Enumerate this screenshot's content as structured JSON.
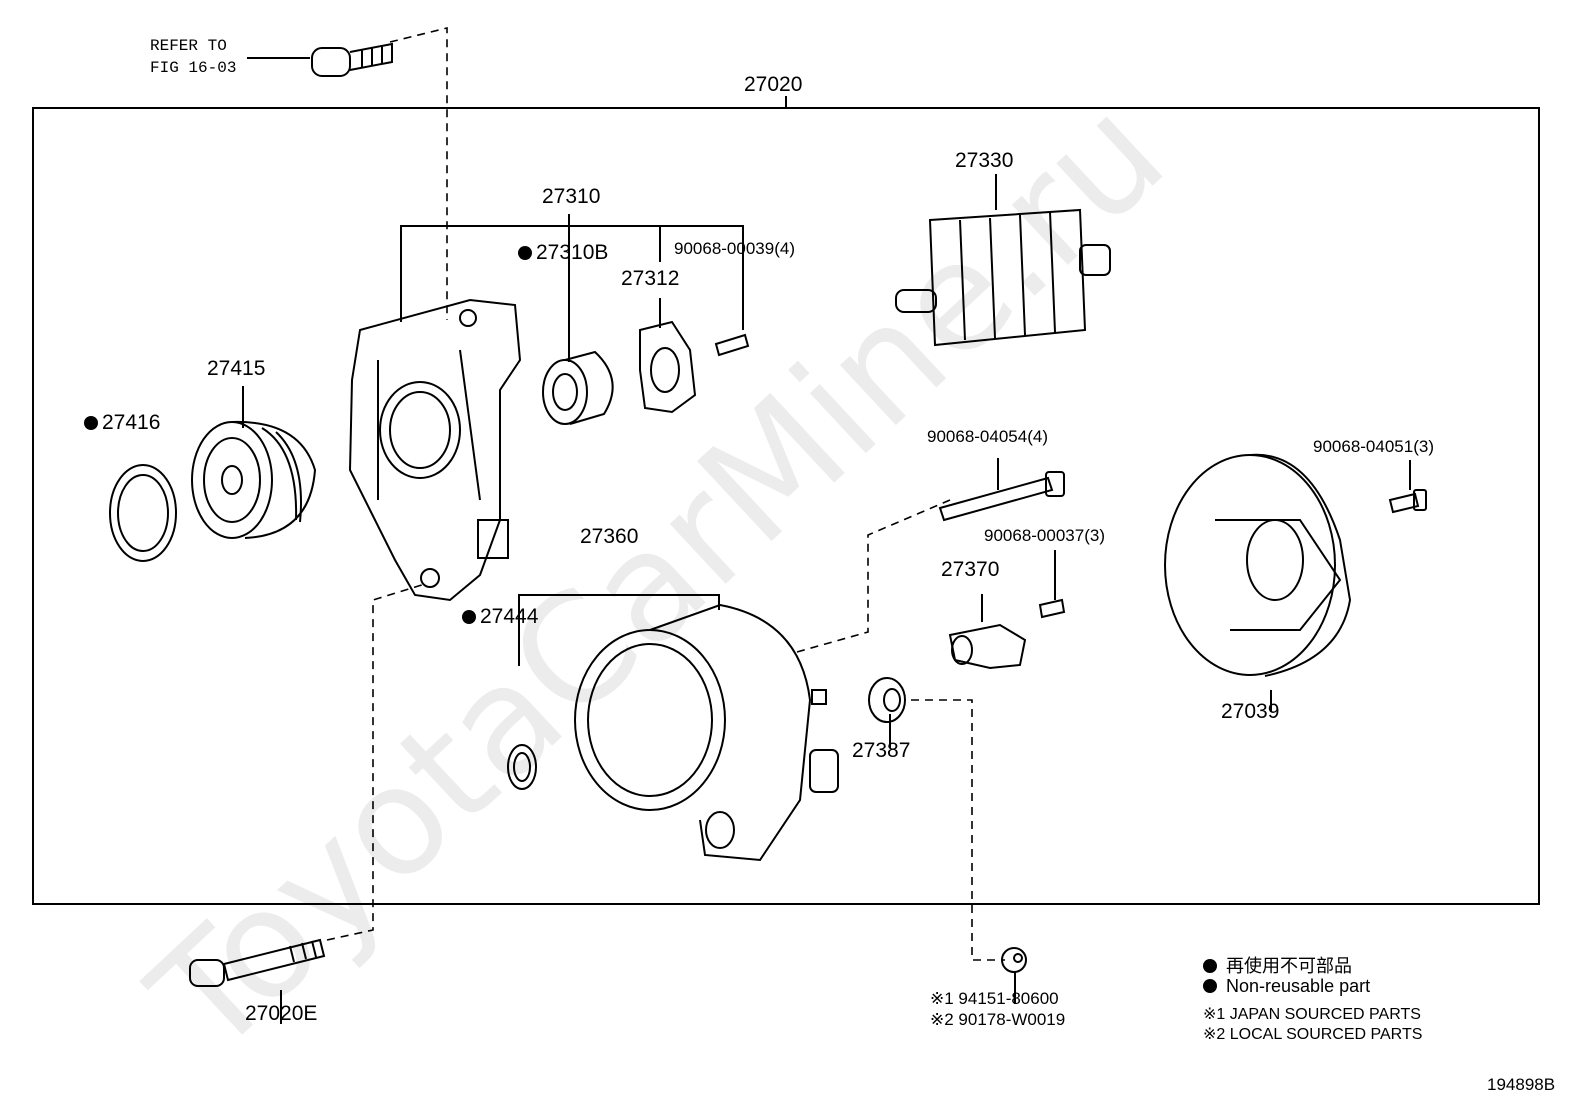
{
  "refer": {
    "line1": "REFER TO",
    "line2": "FIG 16-03"
  },
  "parts": {
    "p27020": "27020",
    "p27310": "27310",
    "p27310B": "27310B",
    "p27312": "27312",
    "p90068_00039": "90068-00039(4)",
    "p27330": "27330",
    "p27415": "27415",
    "p27416": "27416",
    "p90068_04054": "90068-04054(4)",
    "p90068_04051": "90068-04051(3)",
    "p27360": "27360",
    "p27444": "27444",
    "p90068_00037": "90068-00037(3)",
    "p27370": "27370",
    "p27387": "27387",
    "p27039": "27039",
    "p27020E": "27020E",
    "p94151": "※1 94151-80600",
    "p90178": "※2 90178-W0019"
  },
  "legend": {
    "jp": "再使用不可部品",
    "nonreusable": "Non-reusable part",
    "japan": "※1 JAPAN SOURCED PARTS",
    "local": "※2 LOCAL SOURCED PARTS"
  },
  "diagram_id": "194898B",
  "watermark": "ToyotaCarMine.ru"
}
